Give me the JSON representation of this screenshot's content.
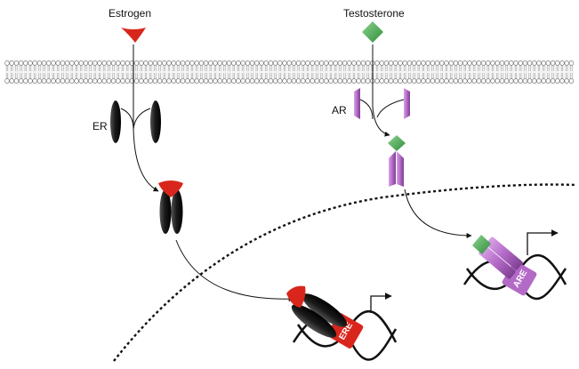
{
  "ligands": {
    "estrogen": {
      "label": "Estrogen",
      "color": "#d9261c"
    },
    "testosterone": {
      "label": "Testosterone",
      "color": "#3fa64a"
    }
  },
  "receptors": {
    "er": {
      "label": "ER",
      "color": "#222222"
    },
    "ar": {
      "label": "AR",
      "color": "#b36ac7"
    }
  },
  "response_elements": {
    "ere": {
      "label": "ERE",
      "color": "#d9261c"
    },
    "are": {
      "label": "ARE",
      "color": "#b36ac7"
    }
  }
}
